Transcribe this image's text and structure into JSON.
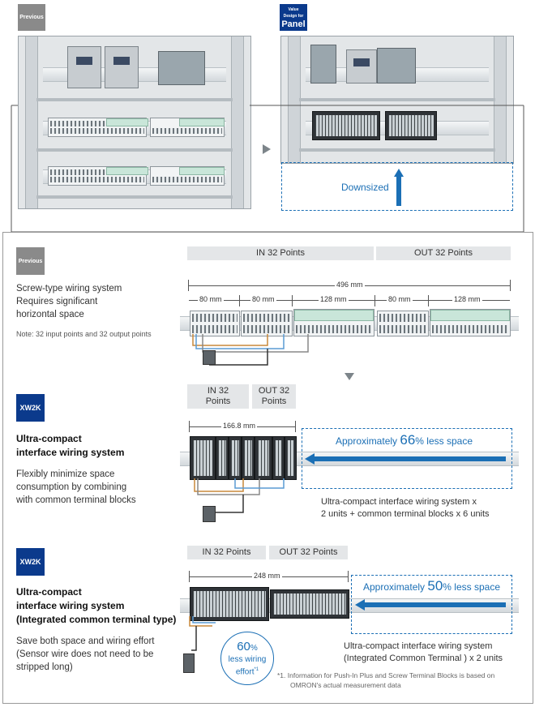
{
  "top": {
    "previous_badge": "Previous",
    "panel_badge_small": "Value Design for",
    "panel_badge_large": "Panel",
    "downsized_label": "Downsized"
  },
  "section1": {
    "badge": "Previous",
    "description": [
      "Screw-type wiring system",
      "Requires significant",
      "horizontal space"
    ],
    "note": "Note: 32 input points and 32 output points",
    "header_in": "IN 32 Points",
    "header_out": "OUT 32 Points",
    "total_dim": "496 mm",
    "dims": [
      "80 mm",
      "80 mm",
      "128 mm",
      "80 mm",
      "128 mm"
    ]
  },
  "section2": {
    "badge": "XW2K",
    "title": [
      "Ultra-compact",
      "interface wiring system"
    ],
    "description": [
      "Flexibly minimize space",
      "consumption by combining",
      "with common terminal blocks"
    ],
    "header_in": [
      "IN 32",
      "Points"
    ],
    "header_out": [
      "OUT 32",
      "Points"
    ],
    "dim": "166.8 mm",
    "saving_prefix": "Approximately ",
    "saving_value": "66",
    "saving_suffix": "% less space",
    "caption": [
      "Ultra-compact interface wiring system x",
      "2 units + common terminal blocks x 6 units"
    ]
  },
  "section3": {
    "badge": "XW2K",
    "title": [
      "Ultra-compact",
      "interface wiring system",
      "(Integrated common terminal type)"
    ],
    "description": [
      "Save both space and wiring effort",
      "(Sensor wire does not need to be",
      "stripped long)"
    ],
    "header_in": "IN 32 Points",
    "header_out": "OUT 32 Points",
    "dim": "248 mm",
    "saving_prefix": "Approximately ",
    "saving_value": "50",
    "saving_suffix": "% less space",
    "caption": [
      "Ultra-compact interface wiring system",
      "(Integrated Common Terminal ) x 2 units"
    ],
    "circle_value": "60",
    "circle_unit": "%",
    "circle_line1": "less wiring",
    "circle_line2": "effort",
    "circle_mark": "*1",
    "footnote_mark": "*1.",
    "footnote": [
      "Information for Push-In Plus and Screw Terminal Blocks is based on",
      "OMRON's actual measurement data"
    ]
  },
  "colors": {
    "accent_blue": "#1b6fb5",
    "badge_blue": "#0b3a8c",
    "badge_gray": "#8a8a8a"
  }
}
